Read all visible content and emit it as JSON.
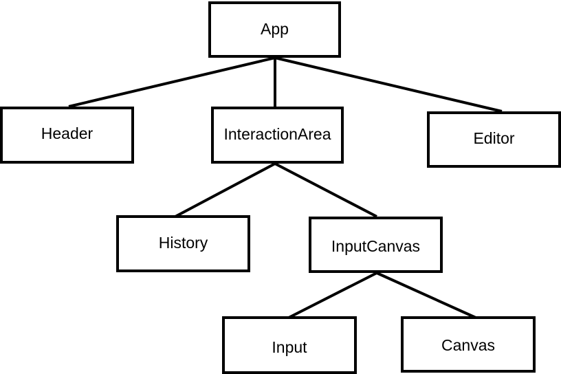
{
  "diagram": {
    "nodes": {
      "app": "App",
      "header": "Header",
      "interaction_area": "InteractionArea",
      "editor": "Editor",
      "history": "History",
      "input_canvas": "InputCanvas",
      "input": "Input",
      "canvas": "Canvas"
    },
    "edges": [
      [
        "App",
        "Header"
      ],
      [
        "App",
        "InteractionArea"
      ],
      [
        "App",
        "Editor"
      ],
      [
        "InteractionArea",
        "History"
      ],
      [
        "InteractionArea",
        "InputCanvas"
      ],
      [
        "InputCanvas",
        "Input"
      ],
      [
        "InputCanvas",
        "Canvas"
      ]
    ],
    "colors": {
      "line": "#000000",
      "box_border": "#000000",
      "background": "#ffffff"
    }
  }
}
